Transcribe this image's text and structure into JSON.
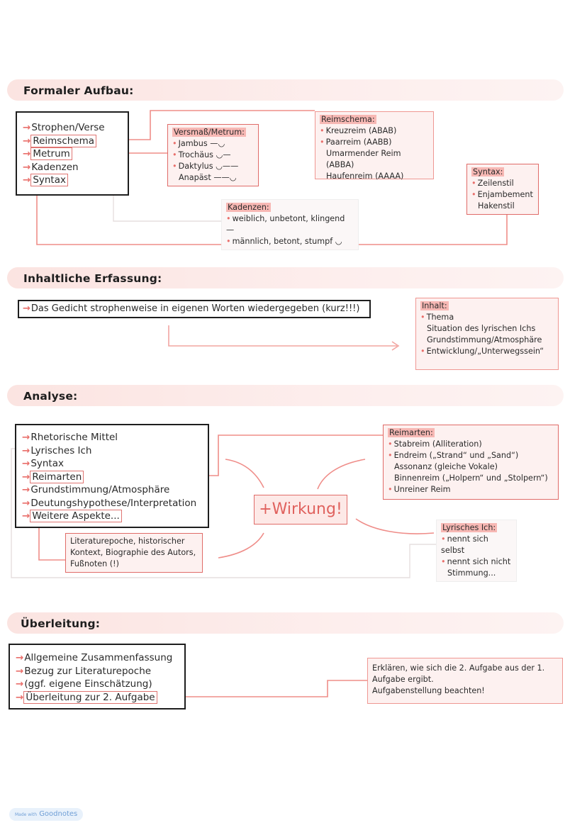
{
  "sections": {
    "formal": {
      "heading": "Formaler Aufbau:",
      "items": [
        "Strophen/Verse",
        "Reimschema",
        "Metrum",
        "Kadenzen",
        "Syntax"
      ],
      "versmass": {
        "title": "Versmaß/Metrum:",
        "lines": [
          {
            "text": "Jambus",
            "marks": "—◡",
            "bullet": true
          },
          {
            "text": "Trochäus",
            "marks": "◡—",
            "bullet": true
          },
          {
            "text": "Daktylus",
            "marks": "◡——",
            "bullet": true
          },
          {
            "text": "Anapäst",
            "marks": "——◡",
            "bullet": false
          }
        ]
      },
      "reimschema": {
        "title": "Reimschema:",
        "lines": [
          {
            "text": "Kreuzreim (ABAB)",
            "bullet": true
          },
          {
            "text": "Paarreim (AABB)",
            "bullet": true
          },
          {
            "text": "Umarmender Reim (ABBA)",
            "bullet": false
          },
          {
            "text": "Haufenreim (AAAA)",
            "bullet": false
          }
        ]
      },
      "syntax": {
        "title": "Syntax:",
        "lines": [
          {
            "text": "Zeilenstil",
            "bullet": true
          },
          {
            "text": "Enjambement",
            "bullet": true
          },
          {
            "text": "Hakenstil",
            "bullet": false
          }
        ]
      },
      "kadenzen": {
        "title": "Kadenzen:",
        "lines": [
          {
            "text": "weiblich, unbetont, klingend —",
            "bullet": true
          },
          {
            "text": "männlich, betont, stumpf ◡",
            "bullet": true
          }
        ]
      }
    },
    "content": {
      "heading": "Inhaltliche Erfassung:",
      "item": "Das Gedicht strophenweise in eigenen Worten wiedergegeben (kurz!!!)",
      "inhalt": {
        "title": "Inhalt:",
        "lines": [
          {
            "text": "Thema",
            "bullet": true
          },
          {
            "text": "Situation des lyrischen Ichs",
            "bullet": false
          },
          {
            "text": "Grundstimmung/Atmosphäre",
            "bullet": false
          },
          {
            "text": "Entwicklung/„Unterwegssein“",
            "bullet": true
          }
        ]
      }
    },
    "analysis": {
      "heading": "Analyse:",
      "items": [
        "Rhetorische Mittel",
        "Lyrisches Ich",
        "Syntax",
        "Reimarten",
        "Grundstimmung/Atmosphäre",
        "Deutungshypothese/Interpretation",
        "Weitere Aspekte..."
      ],
      "wirkung": "+Wirkung!",
      "reimarten": {
        "title": "Reimarten:",
        "lines": [
          {
            "text": "Stabreim (Alliteration)",
            "bullet": true
          },
          {
            "text": "Endreim („Strand“ und „Sand“)",
            "bullet": true
          },
          {
            "text": "Assonanz (gleiche Vokale)",
            "bullet": false
          },
          {
            "text": "Binnenreim („Holpern“ und „Stolpern“)",
            "bullet": false
          },
          {
            "text": "Unreiner Reim",
            "bullet": true
          }
        ]
      },
      "lyrisches": {
        "title": "Lyrisches Ich:",
        "lines": [
          {
            "text": "nennt sich selbst",
            "bullet": true
          },
          {
            "text": "nennt sich nicht",
            "bullet": true
          },
          {
            "text": "Stimmung...",
            "bullet": false
          }
        ]
      },
      "weitere": {
        "lines": [
          "Literaturepoche, historischer",
          "Kontext, Biographie des Autors,",
          "Fußnoten (!)"
        ]
      }
    },
    "transition": {
      "heading": "Überleitung:",
      "items": [
        "Allgemeine Zusammenfassung",
        "Bezug zur Literaturepoche",
        "(ggf. eigene Einschätzung)",
        "Überleitung zur 2. Aufgabe"
      ],
      "note": {
        "lines": [
          "Erklären, wie sich die 2. Aufgabe aus der 1.",
          "Aufgabe ergibt.",
          "Aufgabenstellung beachten!"
        ]
      }
    }
  },
  "footer": {
    "prefix": "Made with",
    "brand": "Goodnotes"
  },
  "colors": {
    "accent": "#e96e6a",
    "band": "#fbe4e1",
    "box": "#fdf1f0"
  }
}
